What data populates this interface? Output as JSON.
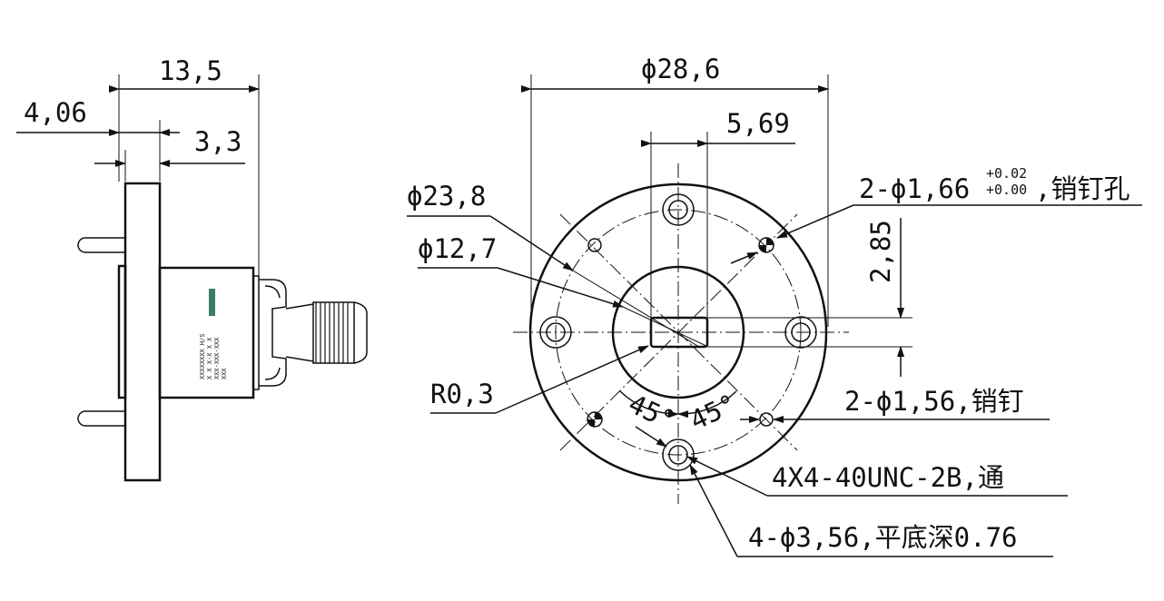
{
  "side_view": {
    "dim_13_5": "13,5",
    "dim_4_06": "4,06",
    "dim_3_3": "3,3",
    "label_lines": [
      "XXXXXXXX H/S",
      "X X X-X X  X",
      "XXX-XXX-XXX",
      "XXX"
    ]
  },
  "front_view": {
    "dia_28_6": "ϕ28,6",
    "dim_5_69": "5,69",
    "dia_23_8": "ϕ23,8",
    "dia_12_7": "ϕ12,7",
    "pin_hole": "2-ϕ1,66",
    "pin_hole_tol_upper": "+0.02",
    "pin_hole_tol_lower": "+0.00",
    "pin_hole_suffix": ",销钉孔",
    "dim_2_85": "2,85",
    "radius": "R0,3",
    "pin": "2-ϕ1,56,销钉",
    "angle_left": "45°",
    "angle_right": "45°",
    "thread": "4X4-40UNC-2B,通",
    "counterbore": "4-ϕ3,56,平底深0.76"
  }
}
